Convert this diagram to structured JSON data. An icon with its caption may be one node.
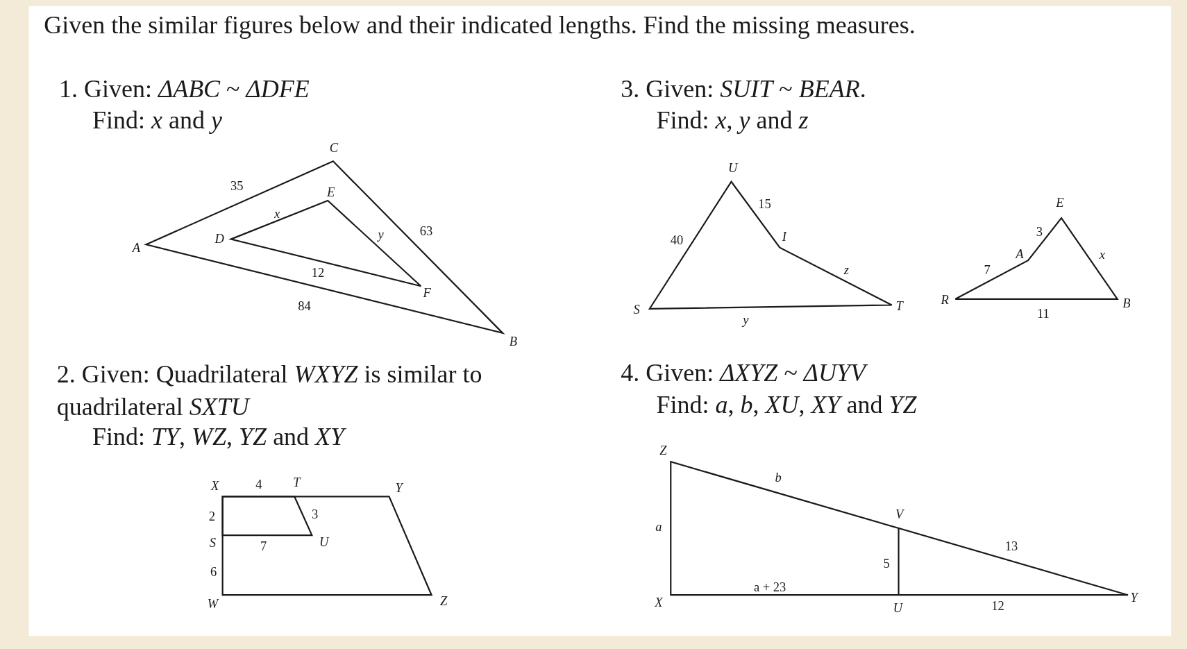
{
  "diagram": {
    "title": "Given the similar figures below and their indicated lengths. Find the missing measures.",
    "labels": [
      "1. Given: *ΔABC* ~ *ΔDFE*",
      "3. Given: *SUIT* ~ *BEAR*.",
      "Find: *x* and *y*",
      "Find: *x*, *y* and *z*",
      "C",
      "35",
      "E",
      "x",
      "D",
      "A",
      "y",
      "63",
      "12",
      "F",
      "84",
      "B",
      "U",
      "15",
      "40",
      "I",
      "z",
      "S",
      "T",
      "y",
      "E",
      "3",
      "A",
      "x",
      "7",
      "R",
      "B",
      "11",
      "2. Given: Quadrilateral *WXYZ* is similar to quadrilateral *SXTU*",
      "4. Given: *ΔXYZ* ~ *ΔUYV*",
      "Find: *TY*, *WZ*, *YZ* and *XY*",
      "Find: *a*, *b*, *XU*, *XY* and *YZ*",
      "X",
      "4",
      "T",
      "Y",
      "2",
      "3",
      "S",
      "7",
      "U",
      "6",
      "W",
      "Z",
      "Z",
      "b",
      "a",
      "V",
      "13",
      "5",
      "X",
      "a + 23",
      "U",
      "12",
      "Y"
    ]
  }
}
